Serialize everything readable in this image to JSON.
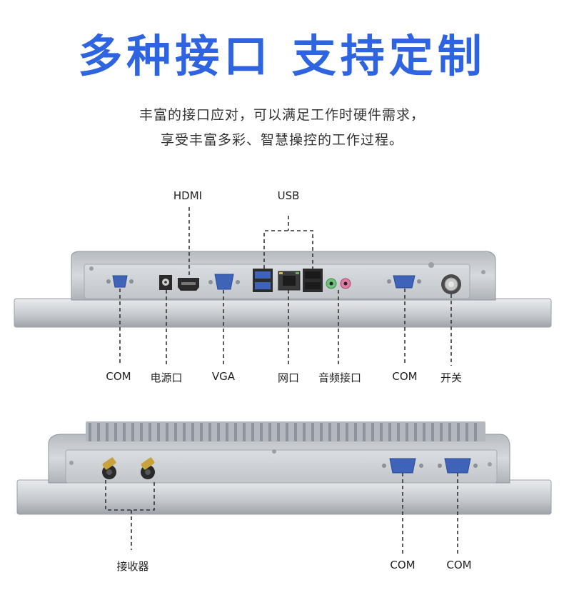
{
  "header": {
    "title": "多种接口 支持定制",
    "subtitle_line1": "丰富的接口应对，可以满足工作时硬件需求，",
    "subtitle_line2": "享受丰富多彩、智慧操控的工作过程。"
  },
  "top_panel": {
    "label_hdmi": "HDMI",
    "label_usb": "USB",
    "label_com_left": "COM",
    "label_power": "电源口",
    "label_vga": "VGA",
    "label_lan": "网口",
    "label_audio": "音频接口",
    "label_com_right": "COM",
    "label_switch": "开关"
  },
  "bottom_panel": {
    "label_antenna": "接收器",
    "label_com_1": "COM",
    "label_com_2": "COM"
  },
  "colors": {
    "title": "#2e64e0",
    "port_blue": "#3f63b8",
    "audio_green": "#6fc27a",
    "audio_pink": "#e27aa7",
    "chassis": "#c9cdd2"
  }
}
